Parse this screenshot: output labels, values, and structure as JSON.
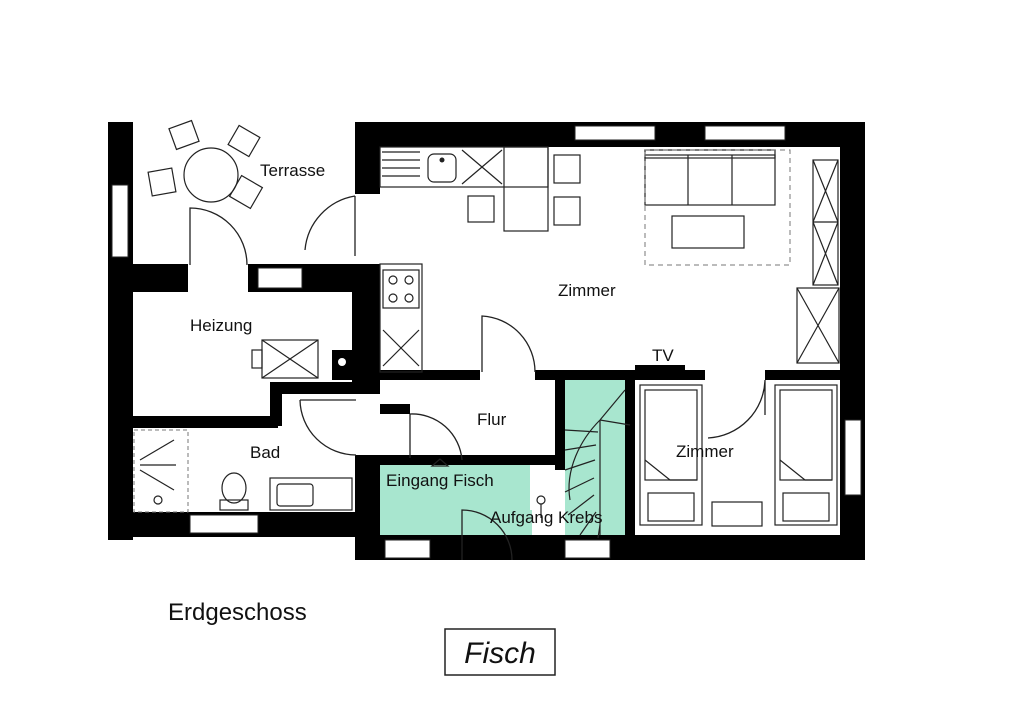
{
  "colors": {
    "wall": "#000000",
    "highlight": "#a8e6cf",
    "line": "#222222"
  },
  "plan": {
    "floor_title": "Erdgeschoss",
    "unit_name": "Fisch",
    "rooms": {
      "terrace": "Terrasse",
      "living": "Zimmer",
      "heating": "Heizung",
      "hall": "Flur",
      "bath": "Bad",
      "bedroom": "Zimmer",
      "tv": "TV",
      "entrance": "Eingang Fisch",
      "stairs": "Aufgang Krebs"
    }
  },
  "icons": [
    "dining-table-icon",
    "kitchen-sink-icon",
    "stove-icon",
    "sofa-icon",
    "bed-icon",
    "toilet-icon",
    "shower-icon",
    "boiler-icon"
  ]
}
